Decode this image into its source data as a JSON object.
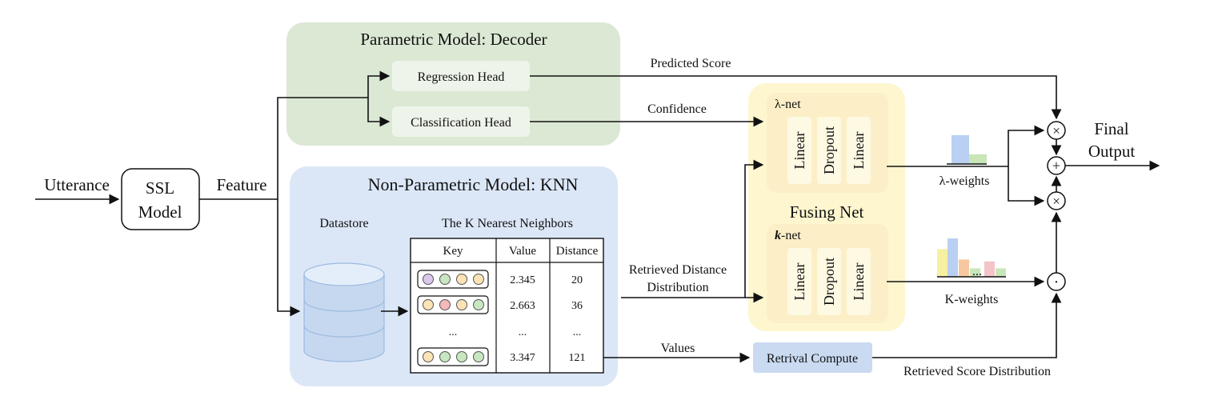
{
  "inputs": {
    "utterance": "Utterance",
    "feature": "Feature"
  },
  "ssl_model": {
    "line1": "SSL",
    "line2": "Model"
  },
  "parametric": {
    "title": "Parametric Model: Decoder",
    "regression_head": "Regression Head",
    "classification_head": "Classification Head"
  },
  "knn": {
    "title": "Non-Parametric Model: KNN",
    "datastore_label": "Datastore",
    "table_title": "The K Nearest Neighbors",
    "columns": [
      "Key",
      "Value",
      "Distance"
    ],
    "rows": [
      {
        "key_colors": [
          "#d9c8ec",
          "#c8e6c0",
          "#fbe3b5",
          "#fbe3b5"
        ],
        "value": "2.345",
        "distance": "20"
      },
      {
        "key_colors": [
          "#fbe3b5",
          "#f4b9b9",
          "#fbe3b5",
          "#c8e6c0"
        ],
        "value": "2.663",
        "distance": "36"
      },
      {
        "ellipsis": true,
        "key": "...",
        "value": "...",
        "distance": "..."
      },
      {
        "key_colors": [
          "#fbe3b5",
          "#c8e6c0",
          "#c8e6c0",
          "#c8e6c0"
        ],
        "value": "3.347",
        "distance": "121"
      }
    ]
  },
  "edge_labels": {
    "predicted_score": "Predicted Score",
    "confidence": "Confidence",
    "retrieved_distance_line1": "Retrieved Distance",
    "retrieved_distance_line2": "Distribution",
    "values": "Values",
    "lambda_weights": "λ-weights",
    "k_weights": "K-weights",
    "retrieved_score_distribution": "Retrieved Score Distribution"
  },
  "fusing_net": {
    "title": "Fusing Net",
    "lambda_net": {
      "label": "λ-net",
      "layers": [
        "Linear",
        "Dropout",
        "Linear"
      ]
    },
    "k_net": {
      "label_italic": "k",
      "label_rest": "-net",
      "layers": [
        "Linear",
        "Dropout",
        "Linear"
      ]
    }
  },
  "retrieval_compute": "Retrival Compute",
  "operators": {
    "multiply_top": "×",
    "add": "+",
    "multiply_bottom": "×",
    "dot": "·"
  },
  "output": {
    "line1": "Final",
    "line2": "Output"
  },
  "colors": {
    "green_panel": "#dbe8d4",
    "green_box": "#eef4ea",
    "blue_panel": "#dbe7f7",
    "yellow_panel": "#fdf6cf",
    "yellow_box": "#fcefc7",
    "yellow_layer": "#fef9e3",
    "retrieval_box": "#c9daf1"
  },
  "lambda_weight_bars": [
    0.95,
    0.32
  ],
  "k_weight_bars": [
    0.72,
    1.0,
    0.45,
    0.22,
    0.4,
    0.22
  ]
}
